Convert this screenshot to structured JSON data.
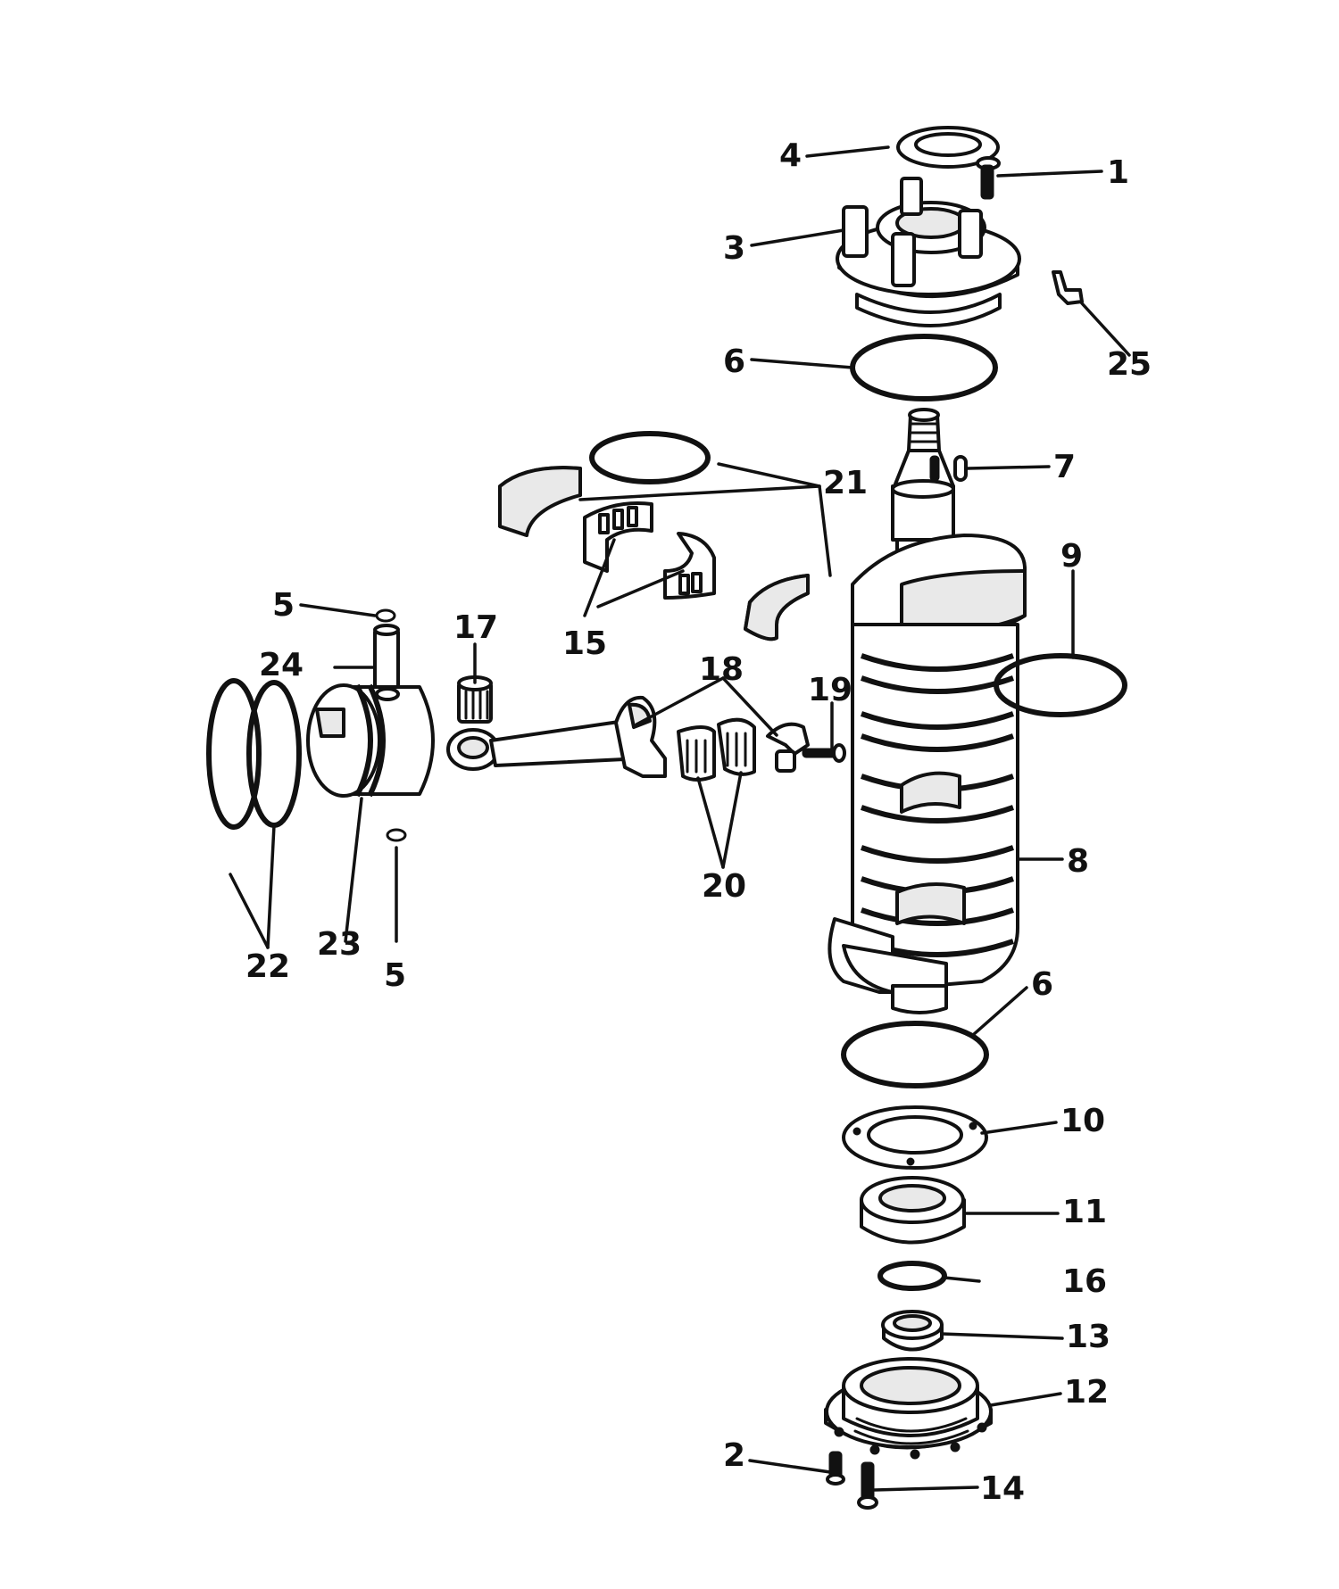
{
  "diagram": {
    "kind": "exploded-parts-view",
    "colors": {
      "ink": "#111111",
      "paper": "#ffffff",
      "shade": "#e9e9e9"
    },
    "callouts": [
      {
        "id": "c1",
        "label": "1"
      },
      {
        "id": "c2",
        "label": "2"
      },
      {
        "id": "c3",
        "label": "3"
      },
      {
        "id": "c4",
        "label": "4"
      },
      {
        "id": "c5a",
        "label": "5"
      },
      {
        "id": "c5b",
        "label": "5"
      },
      {
        "id": "c6a",
        "label": "6"
      },
      {
        "id": "c6b",
        "label": "6"
      },
      {
        "id": "c7",
        "label": "7"
      },
      {
        "id": "c8",
        "label": "8"
      },
      {
        "id": "c9",
        "label": "9"
      },
      {
        "id": "c10",
        "label": "10"
      },
      {
        "id": "c11",
        "label": "11"
      },
      {
        "id": "c12",
        "label": "12"
      },
      {
        "id": "c13",
        "label": "13"
      },
      {
        "id": "c14",
        "label": "14"
      },
      {
        "id": "c15",
        "label": "15"
      },
      {
        "id": "c16",
        "label": "16"
      },
      {
        "id": "c17",
        "label": "17"
      },
      {
        "id": "c18",
        "label": "18"
      },
      {
        "id": "c19",
        "label": "19"
      },
      {
        "id": "c20",
        "label": "20"
      },
      {
        "id": "c21",
        "label": "21"
      },
      {
        "id": "c22",
        "label": "22"
      },
      {
        "id": "c23",
        "label": "23"
      },
      {
        "id": "c24",
        "label": "24"
      },
      {
        "id": "c25",
        "label": "25"
      }
    ]
  }
}
